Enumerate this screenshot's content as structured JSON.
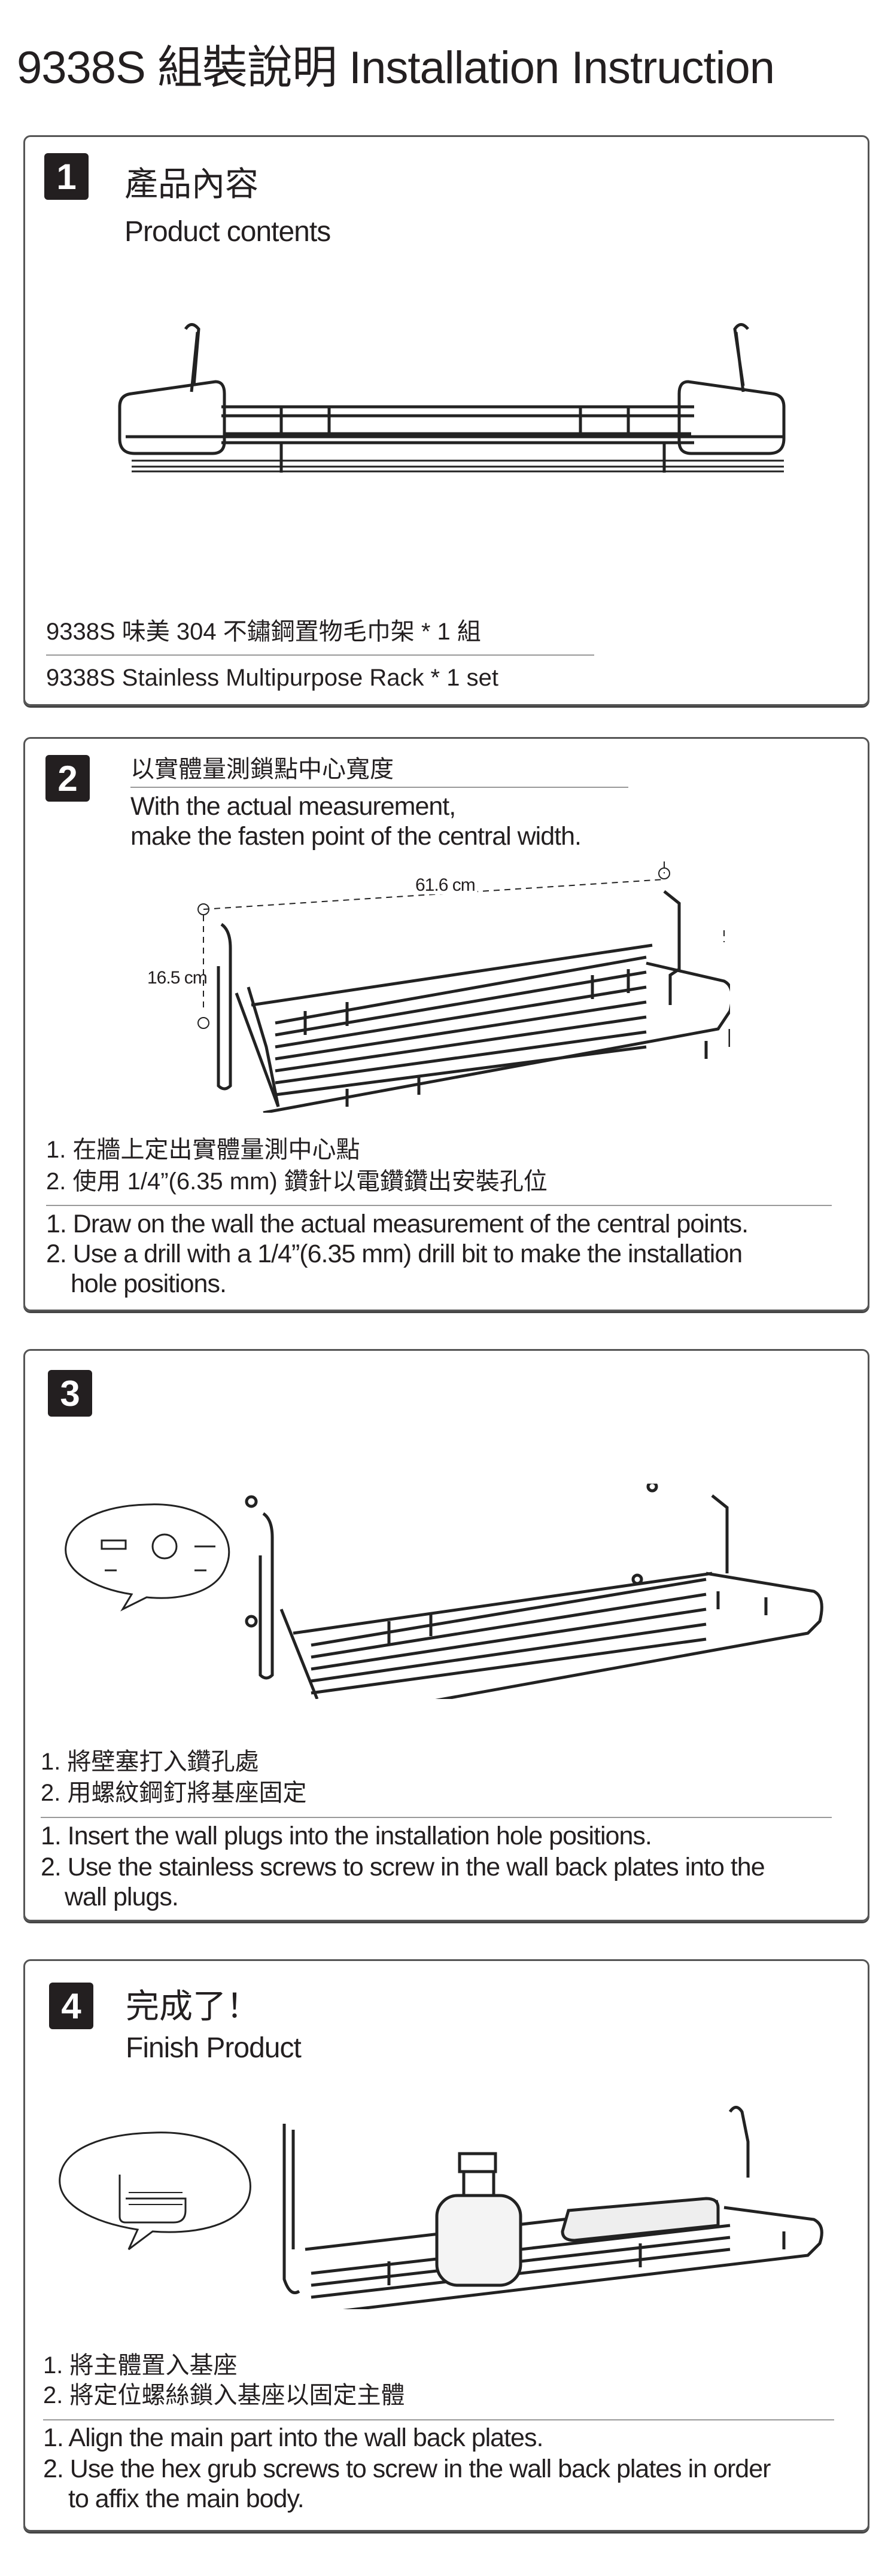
{
  "title": "9338S 組裝說明  Installation Instruction",
  "step1": {
    "number": "1",
    "heading_zh": "產品內容",
    "heading_en": "Product contents",
    "item_zh": "9338S 味美 304 不鏽鋼置物毛巾架  * 1 組",
    "item_en": "9338S Stainless Multipurpose Rack  * 1 set"
  },
  "step2": {
    "number": "2",
    "heading_zh": "以實體量測鎖點中心寬度",
    "heading_en_1": "With the actual measurement,",
    "heading_en_2": "make the fasten point of the central width.",
    "width_label": "61.6 cm",
    "height_label": "16.5 cm",
    "zh": [
      "1. 在牆上定出實體量測中心點",
      "2. 使用 1/4”(6.35 mm) 鑽針以電鑽鑽出安裝孔位"
    ],
    "en": [
      "1. Draw on the wall the actual measurement of the central points.",
      "2. Use a drill with a 1/4”(6.35 mm) drill bit to make the installation",
      "hole positions."
    ]
  },
  "step3": {
    "number": "3",
    "zh": [
      "1. 將壁塞打入鑽孔處",
      "2. 用螺紋鋼釘將基座固定"
    ],
    "en": [
      "1. Insert the wall plugs into the installation hole positions.",
      "2. Use the stainless screws to screw in the wall back plates into the",
      "wall plugs."
    ]
  },
  "step4": {
    "number": "4",
    "heading_zh": "完成了！",
    "heading_en": "Finish Product",
    "zh": [
      "1. 將主體置入基座",
      "2. 將定位螺絲鎖入基座以固定主體"
    ],
    "en": [
      "1. Align the main part into the wall back plates.",
      "2. Use the hex grub screws to screw in the wall back plates in order",
      "to affix the main body."
    ]
  }
}
